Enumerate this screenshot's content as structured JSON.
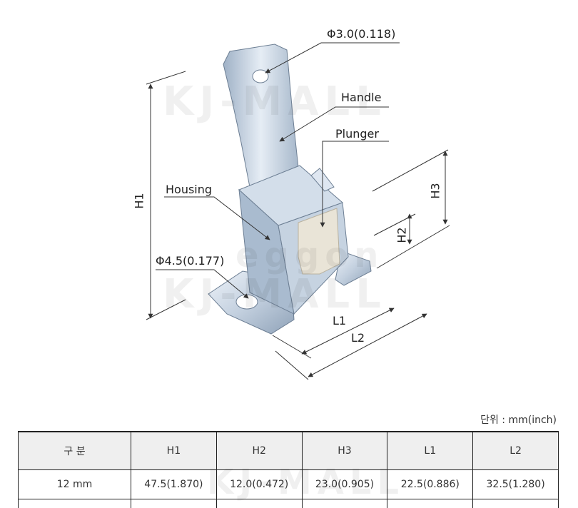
{
  "watermark": {
    "top": "KJ-MALL",
    "middle": "eggon",
    "bottom": "KJ-MALL",
    "table": "KJ-MALL"
  },
  "labels": {
    "hole_top": "Φ3.0(0.118)",
    "handle": "Handle",
    "plunger": "Plunger",
    "housing": "Housing",
    "hole_bottom": "Φ4.5(0.177)",
    "h1": "H1",
    "h2": "H2",
    "h3": "H3",
    "l1": "L1",
    "l2": "L2"
  },
  "unit_note": "단위 : mm(inch)",
  "table": {
    "headers": [
      "구  분",
      "H1",
      "H2",
      "H3",
      "L1",
      "L2"
    ],
    "rows": [
      [
        "12 mm",
        "47.5(1.870)",
        "12.0(0.472)",
        "23.0(0.905)",
        "22.5(0.886)",
        "32.5(1.280)"
      ]
    ]
  },
  "colors": {
    "metal_light": "#dfe7f1",
    "metal_mid": "#b5c4d6",
    "metal_dark": "#7f92a8",
    "plunger": "#e9e4d7",
    "line": "#333333"
  }
}
